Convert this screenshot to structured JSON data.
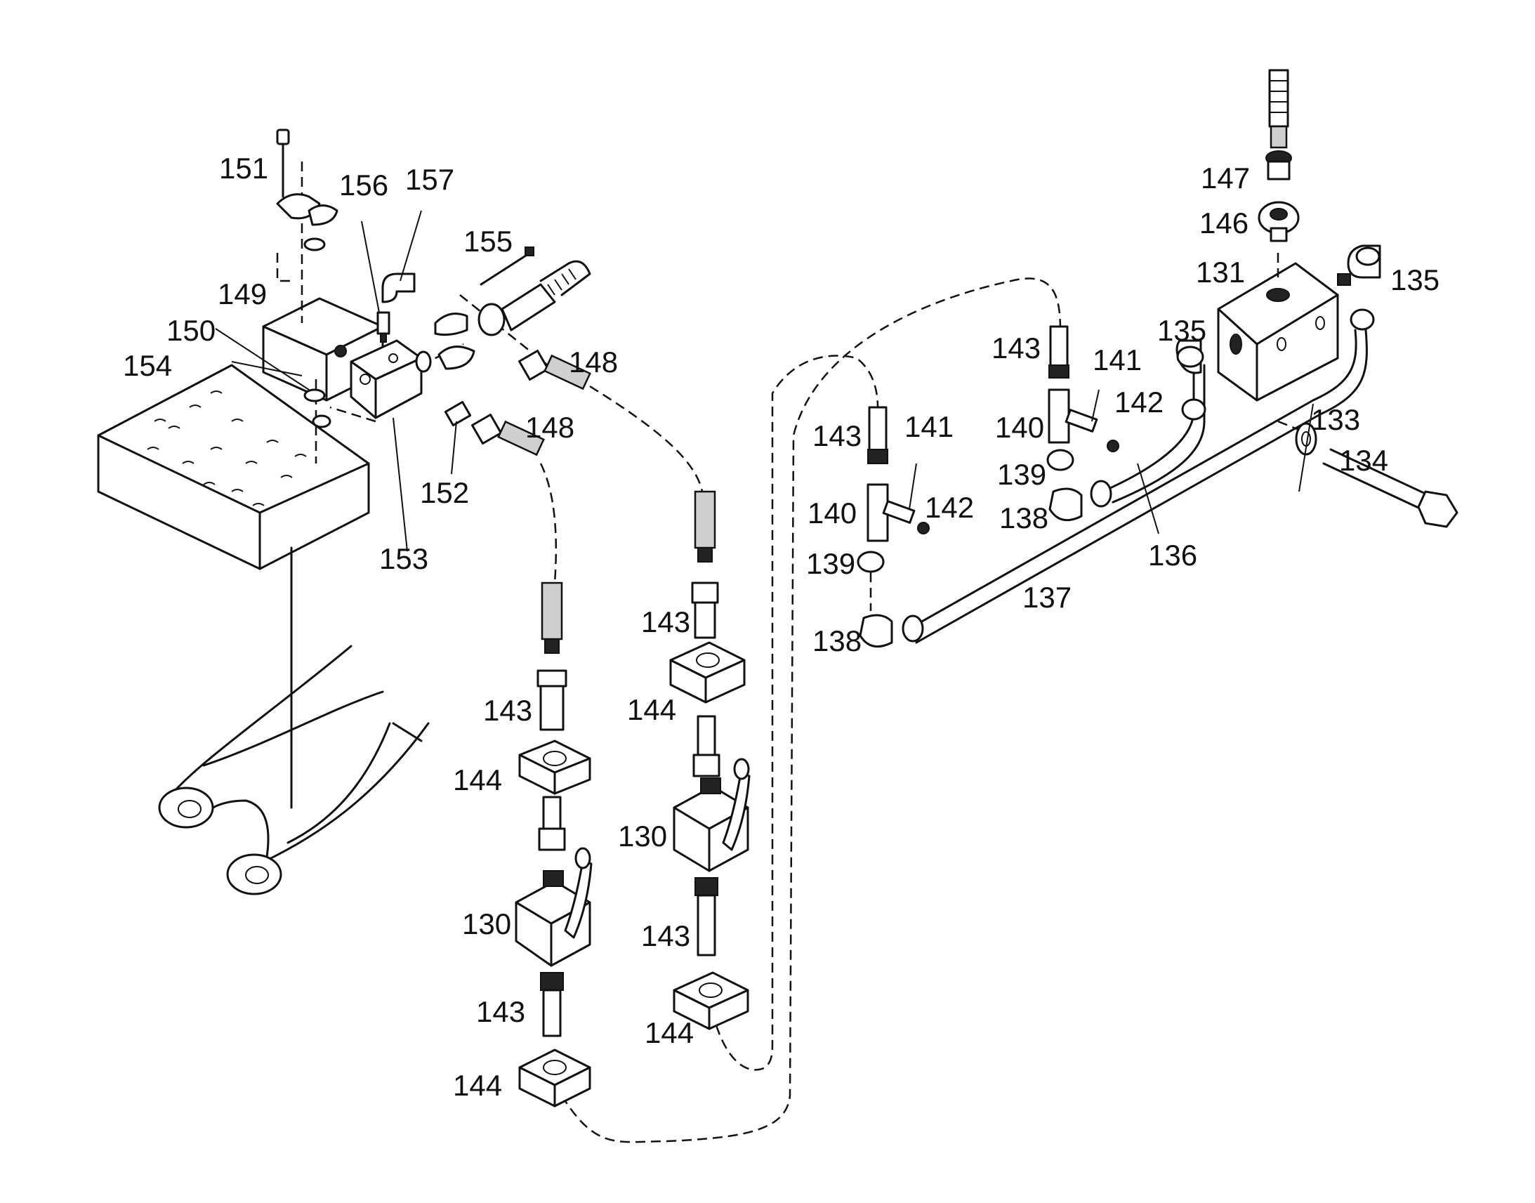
{
  "callouts": {
    "c130a": "130",
    "c130b": "130",
    "c131": "131",
    "c133": "133",
    "c134": "134",
    "c135a": "135",
    "c135b": "135",
    "c136": "136",
    "c137": "137",
    "c138a": "138",
    "c138b": "138",
    "c139a": "139",
    "c139b": "139",
    "c140a": "140",
    "c140b": "140",
    "c141a": "141",
    "c141b": "141",
    "c142a": "142",
    "c142b": "142",
    "c143a": "143",
    "c143b": "143",
    "c143c": "143",
    "c143d": "143",
    "c143e": "143",
    "c143f": "143",
    "c144a": "144",
    "c144b": "144",
    "c144c": "144",
    "c144d": "144",
    "c146": "146",
    "c147": "147",
    "c148a": "148",
    "c148b": "148",
    "c149": "149",
    "c150": "150",
    "c151": "151",
    "c152": "152",
    "c153": "153",
    "c154": "154",
    "c155": "155",
    "c156": "156",
    "c157": "157"
  }
}
